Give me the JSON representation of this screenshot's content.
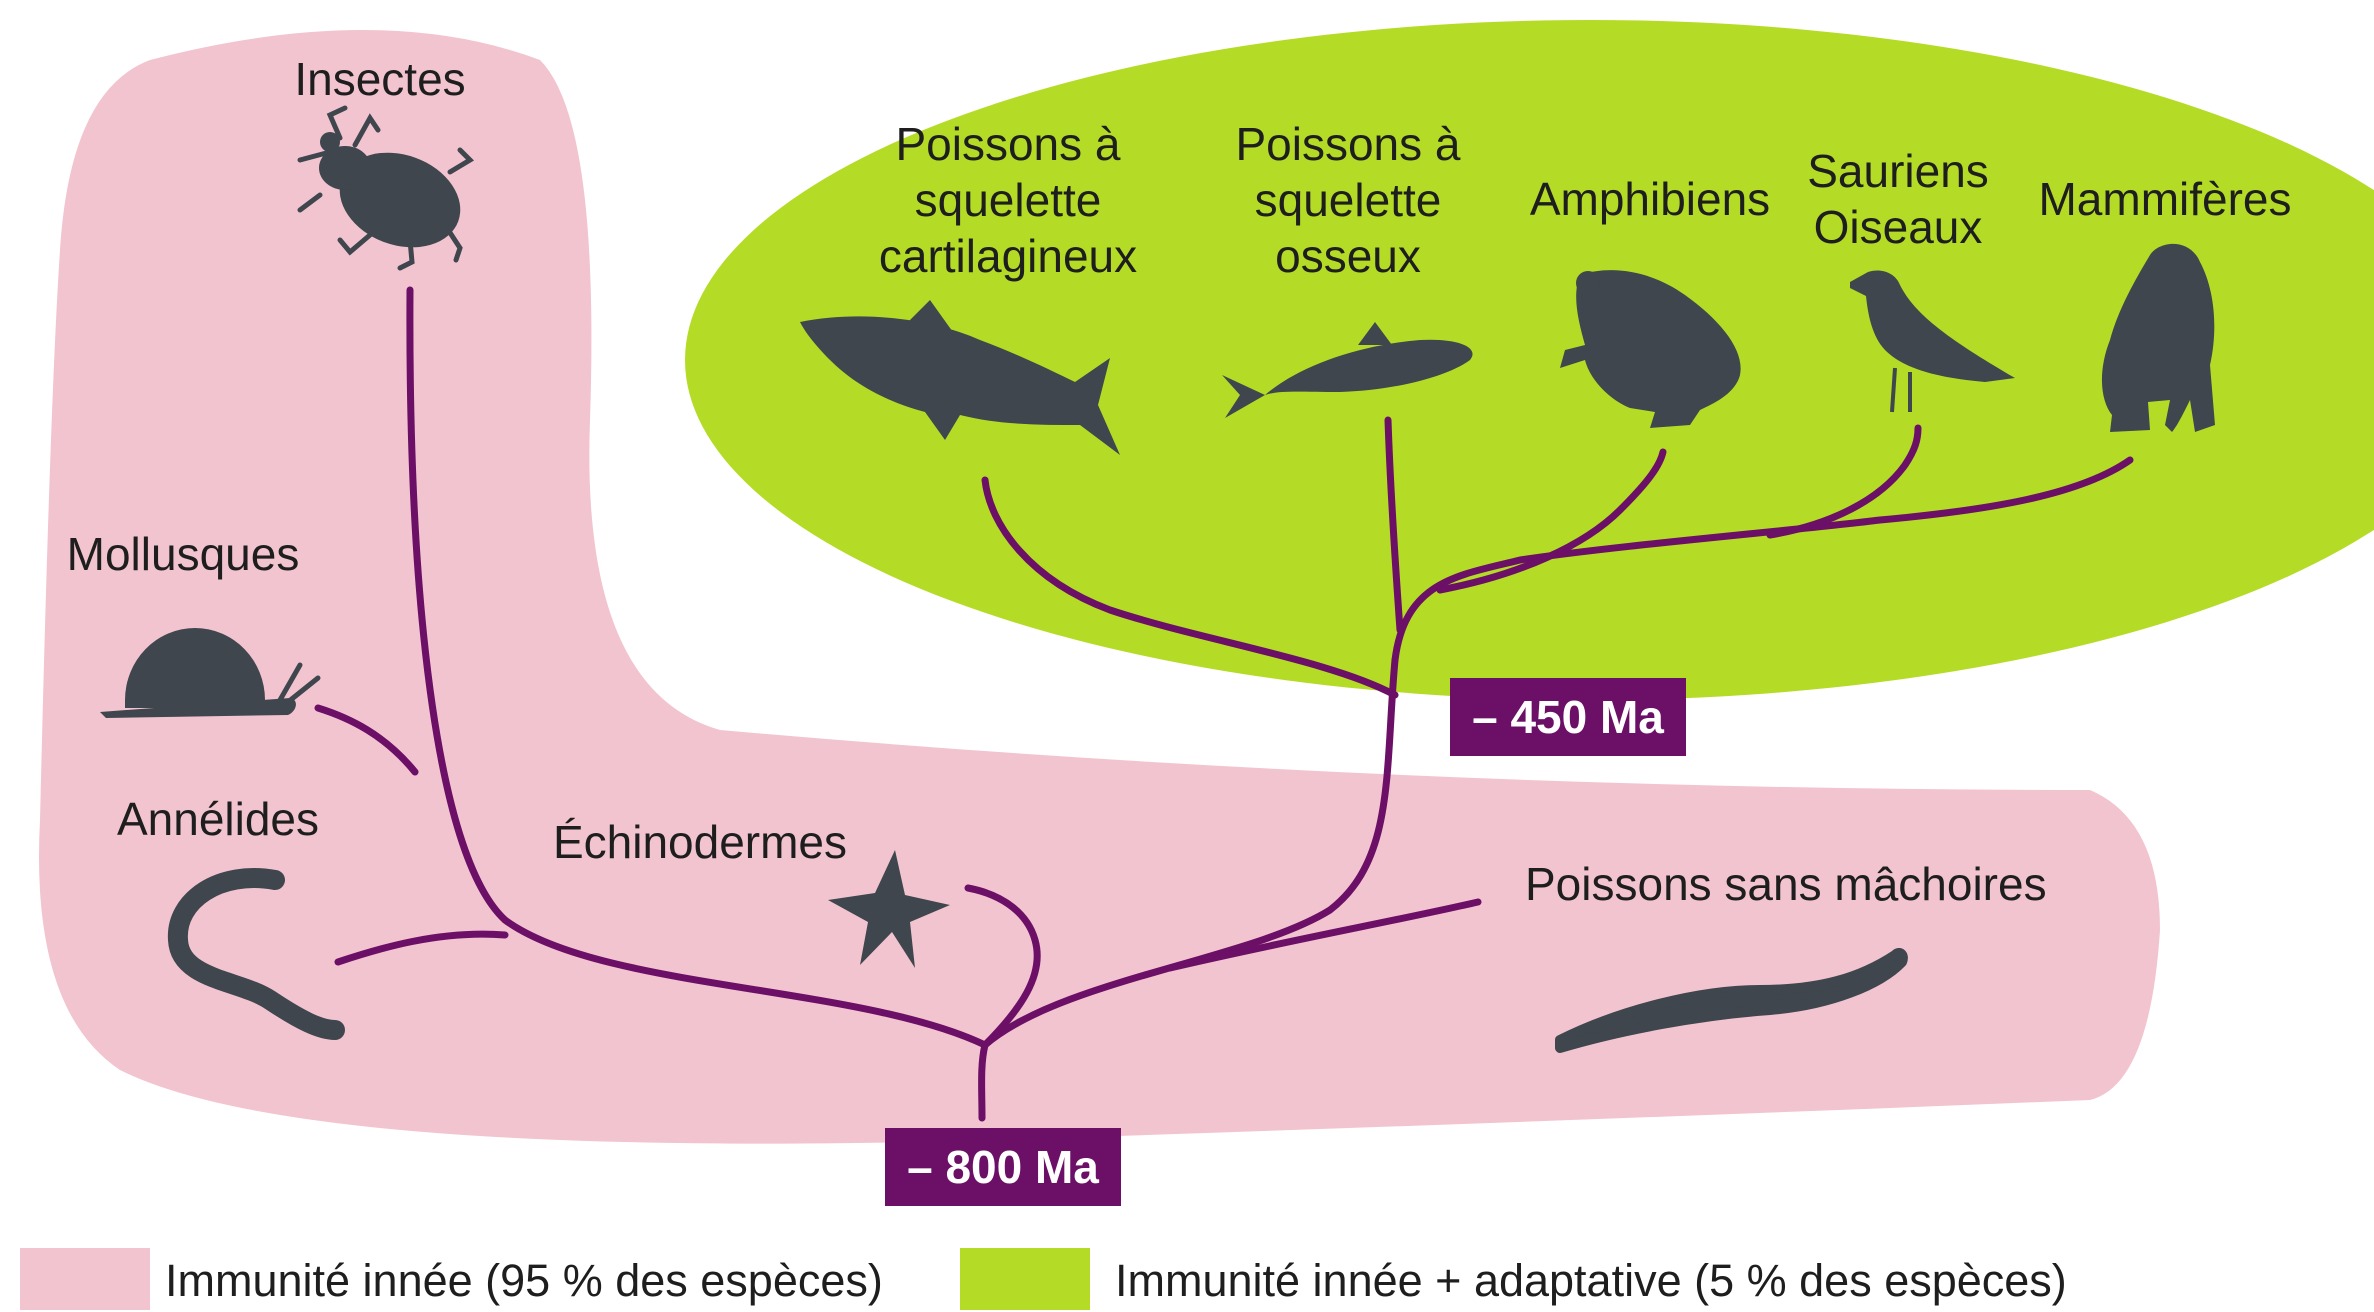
{
  "colors": {
    "innate": "#f2c4cf",
    "adaptive": "#b4dc26",
    "branch": "#6c0f66",
    "badge": "#6b1066",
    "silhouette": "#3f464d"
  },
  "groups": {
    "insectes": "Insectes",
    "mollusques": "Mollusques",
    "annelides": "Annélides",
    "echinodermes": "Échinodermes",
    "poissons_sans_machoires": "Poissons sans mâchoires",
    "poissons_cartilagineux": [
      "Poissons à",
      "squelette",
      "cartilagineux"
    ],
    "poissons_osseux": [
      "Poissons à",
      "squelette",
      "osseux"
    ],
    "amphibiens": "Amphibiens",
    "sauriens_oiseaux": [
      "Sauriens",
      "Oiseaux"
    ],
    "mammiferes": "Mammifères"
  },
  "badges": {
    "ma_450": "– 450 Ma",
    "ma_800": "– 800 Ma"
  },
  "legend": {
    "innate": "Immunité innée (95 % des espèces)",
    "adaptive": "Immunité innée + adaptative (5 % des espèces)"
  },
  "icons": [
    "beetle-icon",
    "snail-icon",
    "worm-icon",
    "starfish-icon",
    "lamprey-icon",
    "shark-icon",
    "fish-icon",
    "frog-icon",
    "bird-icon",
    "gorilla-icon"
  ]
}
